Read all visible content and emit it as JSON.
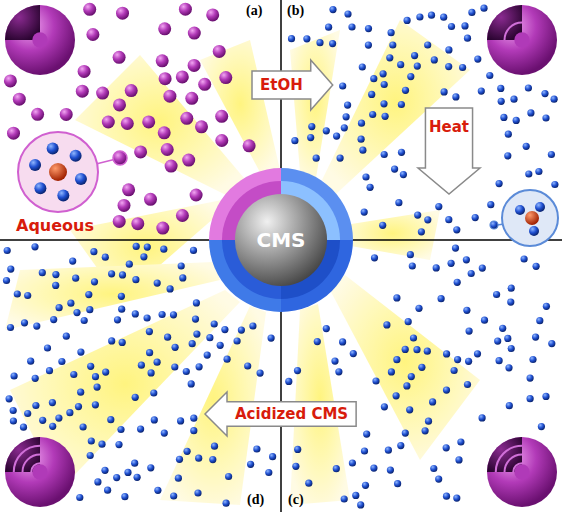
{
  "diagram": {
    "nodes": [
      {
        "text": [
          "CMS"
        ]
      },
      {
        "text": [
          "EtOH"
        ]
      },
      {
        "text": [
          "Heat"
        ]
      },
      {
        "text": [
          "Acidized CMS"
        ]
      }
    ],
    "labels": [
      "(a)",
      "(b)",
      "Aqueous",
      "(c)",
      "(d)"
    ]
  }
}
